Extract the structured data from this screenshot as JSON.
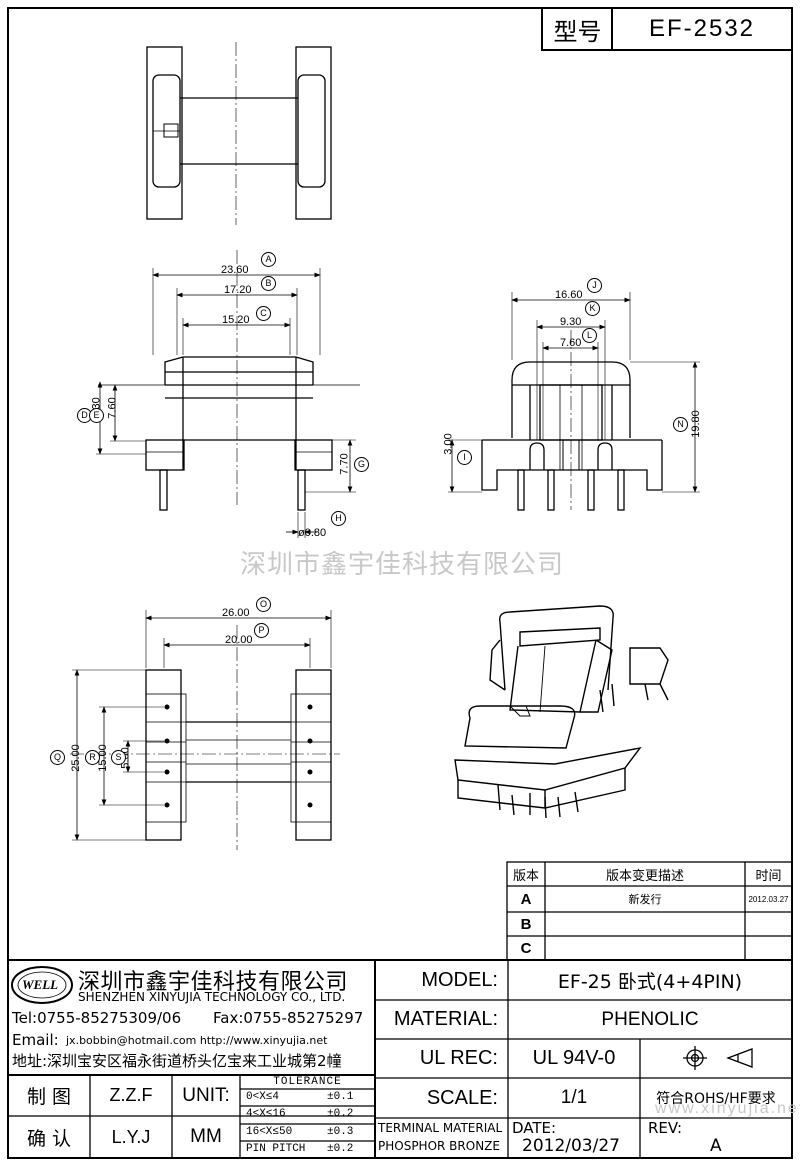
{
  "header": {
    "model_label": "型号",
    "model_value": "EF-2532"
  },
  "watermark": "深圳市鑫宇佳科技有限公司",
  "watermark_url": "www.xinyujia.net",
  "dimensions": {
    "A": "23.60",
    "B": "17.20",
    "C": "15.20",
    "D": "9.30",
    "E": "7.60",
    "G": "7.70",
    "H": "ø0.80",
    "J": "16.60",
    "K": "9.30",
    "L": "7.60",
    "N": "19.80",
    "I": "3.00",
    "O": "26.00",
    "P": "20.00",
    "Q": "25.00",
    "R": "15.00",
    "S": "5.00"
  },
  "markers": {
    "A": "A",
    "B": "B",
    "C": "C",
    "D": "D",
    "E": "E",
    "G": "G",
    "H": "H",
    "I": "I",
    "J": "J",
    "K": "K",
    "L": "L",
    "N": "N",
    "O": "O",
    "P": "P",
    "Q": "Q",
    "R": "R",
    "S": "S"
  },
  "revision_table": {
    "headers": {
      "version": "版本",
      "description": "版本变更描述",
      "time": "时间"
    },
    "rows": [
      {
        "version": "A",
        "description": "新发行",
        "time": "2012.03.27"
      },
      {
        "version": "B",
        "description": "",
        "time": ""
      },
      {
        "version": "C",
        "description": "",
        "time": ""
      }
    ]
  },
  "company": {
    "logo_text": "WELL",
    "name_cn": "深圳市鑫宇佳科技有限公司",
    "name_en": "SHENZHEN XINYUJIA TECHNOLOGY CO., LTD.",
    "tel": "Tel:0755-85275309/06",
    "fax": "Fax:0755-85275297",
    "email": "Email:",
    "email_value": "jx.bobbin@hotmail.com http://www.xinyujia.net",
    "address": "地址:深圳宝安区福永街道桥头亿宝来工业城第2幢"
  },
  "title_block": {
    "model_label": "MODEL:",
    "model_value": "EF-25 卧式(4+4PIN)",
    "material_label": "MATERIAL:",
    "material_value": "PHENOLIC",
    "ulrec_label": "UL REC:",
    "ulrec_value": "UL 94V-0",
    "scale_label": "SCALE:",
    "scale_value": "1/1",
    "rohs": "符合ROHS/HF要求",
    "terminal_material_label": "TERMINAL MATERIAL",
    "terminal_material_value": "PHOSPHOR BRONZE",
    "date_label": "DATE:",
    "date_value": "2012/03/27",
    "rev_label": "REV:",
    "rev_value": "A",
    "drawn_label": "制 图",
    "drawn_value": "Z.Z.F",
    "checked_label": "确 认",
    "checked_value": "L.Y.J",
    "unit_label": "UNIT:",
    "unit_value": "MM"
  },
  "tolerance": {
    "title": "TOLERANCE",
    "rows": [
      {
        "range": "0<X≤4",
        "tol": "±0.1"
      },
      {
        "range": "4<X≤16",
        "tol": "±0.2"
      },
      {
        "range": "16<X≤50",
        "tol": "±0.3"
      },
      {
        "range": "PIN PITCH",
        "tol": "±0.2"
      }
    ]
  }
}
